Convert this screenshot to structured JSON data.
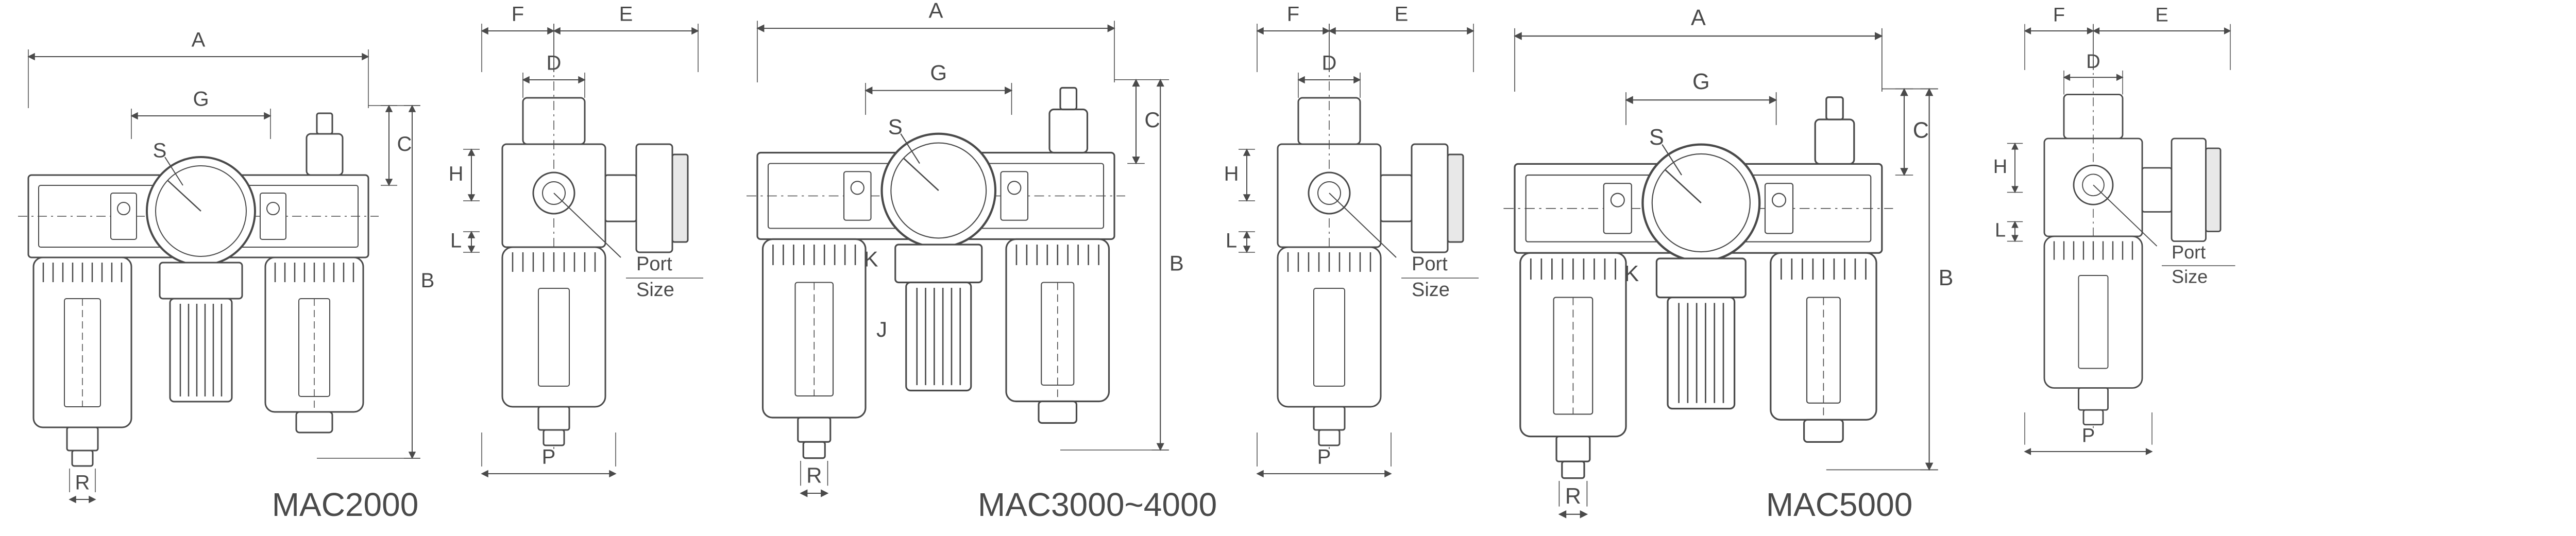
{
  "groups": [
    {
      "caption": "MAC2000",
      "front_labels": {
        "A": "A",
        "G": "G",
        "S": "S",
        "C": "C",
        "B": "B",
        "R": "R"
      },
      "side_labels": {
        "F": "F",
        "E": "E",
        "D": "D",
        "H": "H",
        "L": "L",
        "P": "P",
        "port": "Port",
        "size": "Size"
      }
    },
    {
      "caption": "MAC3000~4000",
      "front_labels": {
        "A": "A",
        "G": "G",
        "S": "S",
        "C": "C",
        "B": "B",
        "R": "R",
        "K": "K",
        "J": "J"
      },
      "side_labels": {
        "F": "F",
        "E": "E",
        "D": "D",
        "H": "H",
        "L": "L",
        "P": "P",
        "port": "Port",
        "size": "Size"
      }
    },
    {
      "caption": "MAC5000",
      "front_labels": {
        "A": "A",
        "G": "G",
        "S": "S",
        "C": "C",
        "B": "B",
        "R": "R",
        "K": "K"
      },
      "side_labels": {
        "F": "F",
        "E": "E",
        "D": "D",
        "H": "H",
        "L": "L",
        "P": "P",
        "port": "Port",
        "size": "Size"
      }
    }
  ],
  "colors": {
    "line": "#4a4a4a",
    "text": "#4a4a4a",
    "fill": "#ffffff",
    "shade": "#e8e8e8"
  }
}
